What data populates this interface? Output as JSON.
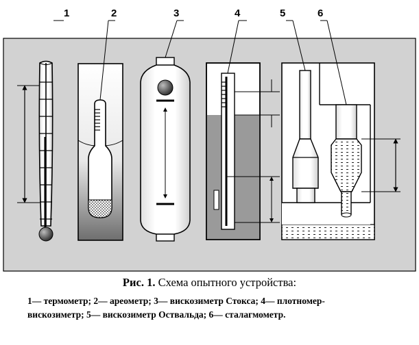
{
  "labels": [
    "1",
    "2",
    "3",
    "4",
    "5",
    "6"
  ],
  "caption": {
    "prefix": "Рис. 1.",
    "text": "Схема опытного устройства:"
  },
  "legend": {
    "line1": "1— термометр; 2— ареометр; 3— вискозиметр Стокса; 4— плотномер-",
    "line2": "вискозиметр; 5— вискозиметр Оствальда; 6— сталагмометр."
  },
  "colors": {
    "panel": "#d2d2d2",
    "stroke": "#000000",
    "device": "#ffffff",
    "liquid_dark": "#808080"
  }
}
